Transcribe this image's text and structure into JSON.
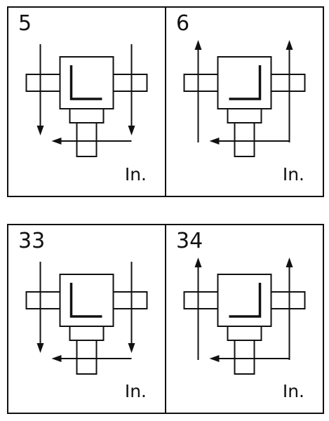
{
  "ink_color": "#111111",
  "rows": [
    {
      "panels": [
        {
          "number": "5",
          "label": "In.",
          "lateral_arrows": "down",
          "input_arrow": "left",
          "corner": "bottom-left"
        },
        {
          "number": "6",
          "label": "In.",
          "lateral_arrows": "up",
          "input_arrow": "left",
          "corner": "bottom-right"
        }
      ]
    },
    {
      "panels": [
        {
          "number": "33",
          "label": "In.",
          "lateral_arrows": "down",
          "input_arrow": "left",
          "corner": "bottom-left"
        },
        {
          "number": "34",
          "label": "In.",
          "lateral_arrows": "up",
          "input_arrow": "left",
          "corner": "bottom-right"
        }
      ]
    }
  ]
}
